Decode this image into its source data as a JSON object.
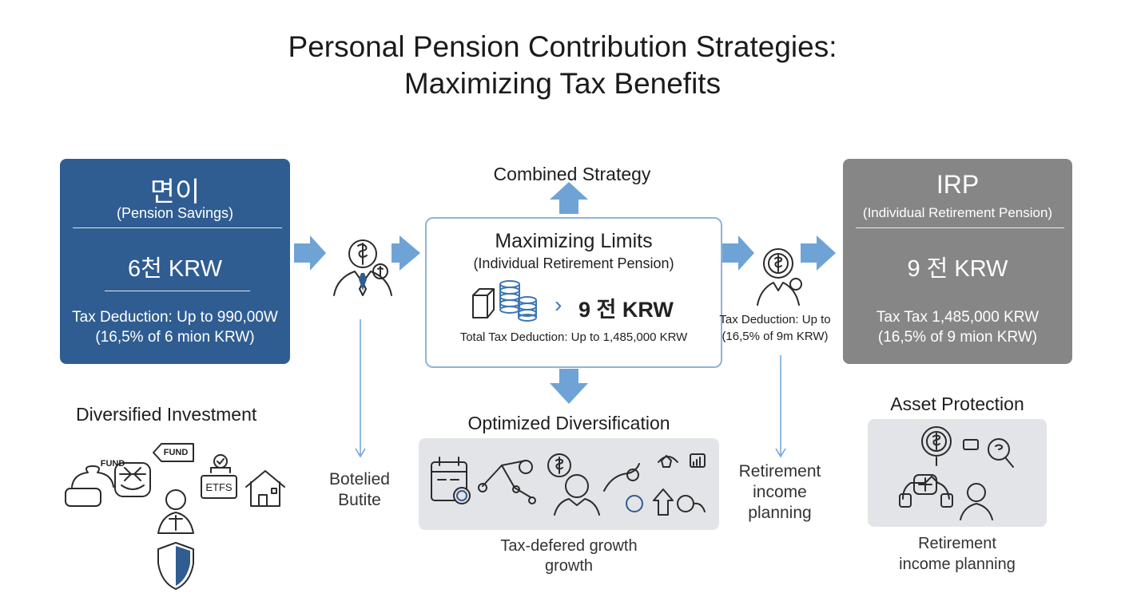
{
  "title": {
    "line1": "Personal Pension Contribution Strategies:",
    "line2": "Maximizing Tax Benefits"
  },
  "pension_savings": {
    "name": "면이",
    "subtitle": "(Pension Savings)",
    "amount": "6천 KRW",
    "tax_line1": "Tax Deduction: Up to 990,00W",
    "tax_line2": "(16,5% of 6 mion KRW)",
    "color": "#2f5d92"
  },
  "combined": {
    "heading": "Combined Strategy",
    "title": "Maximizing Limits",
    "subtitle": "(Individual Retirement Pension)",
    "amount": "9 전 KRW",
    "total": "Total Tax Deduction: Up to 1,485,000 KRW",
    "border_color": "#8fb3d7"
  },
  "irp": {
    "name": "IRP",
    "subtitle": "(Individual Retirement Pension)",
    "amount": "9 전 KRW",
    "tax_line1": "Tax Tax 1,485,000 KRW",
    "tax_line2": "(16,5% of 9 mion KRW)",
    "color": "#868686"
  },
  "right_tax": {
    "line1": "Tax Deduction: Up to",
    "line2": "(16,5% of 9m KRW)"
  },
  "left_below": {
    "line1": "Botelied",
    "line2": "Butite"
  },
  "diversified": {
    "heading": "Diversified Investment",
    "fund_tag_top": "FUND",
    "fund_tag_bottom": "FUND",
    "etfs_tag": "ETFS"
  },
  "optimized": {
    "heading": "Optimized Diversification",
    "caption_line1": "Tax-defered growth",
    "caption_line2": "growth"
  },
  "retire_mid": {
    "line1": "Retirement",
    "line2": "income",
    "line3": "planning"
  },
  "asset": {
    "heading": "Asset Protection",
    "caption_line1": "Retirement",
    "caption_line2": "income planning"
  },
  "colors": {
    "arrow": "#6fa3d6",
    "accent": "#2f5d92",
    "panel": "#e3e4e7"
  }
}
